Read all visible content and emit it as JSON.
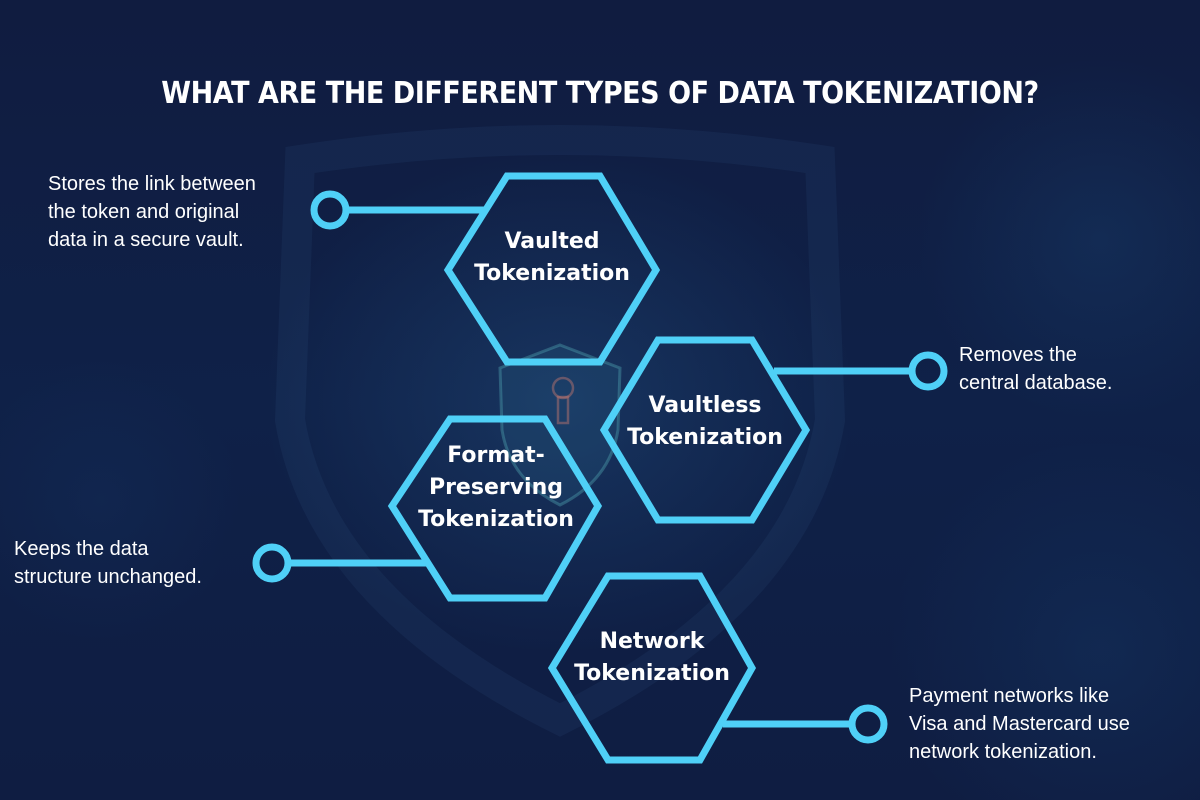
{
  "title": "WHAT ARE THE DIFFERENT TYPES OF DATA TOKENIZATION?",
  "colors": {
    "background": "#0f1d42",
    "accent": "#4fd0f7",
    "text": "#ffffff"
  },
  "types": [
    {
      "label": "Vaulted\nTokenization",
      "description": "Stores the link between\nthe token and original\ndata in a secure vault."
    },
    {
      "label": "Vaultless\nTokenization",
      "description": "Removes the\ncentral database."
    },
    {
      "label": "Format-\nPreserving\nTokenization",
      "description": "Keeps the data\nstructure unchanged."
    },
    {
      "label": "Network\nTokenization",
      "description": "Payment networks like\nVisa and Mastercard use\nnetwork tokenization."
    }
  ],
  "background_icon": "shield-keyhole-icon"
}
